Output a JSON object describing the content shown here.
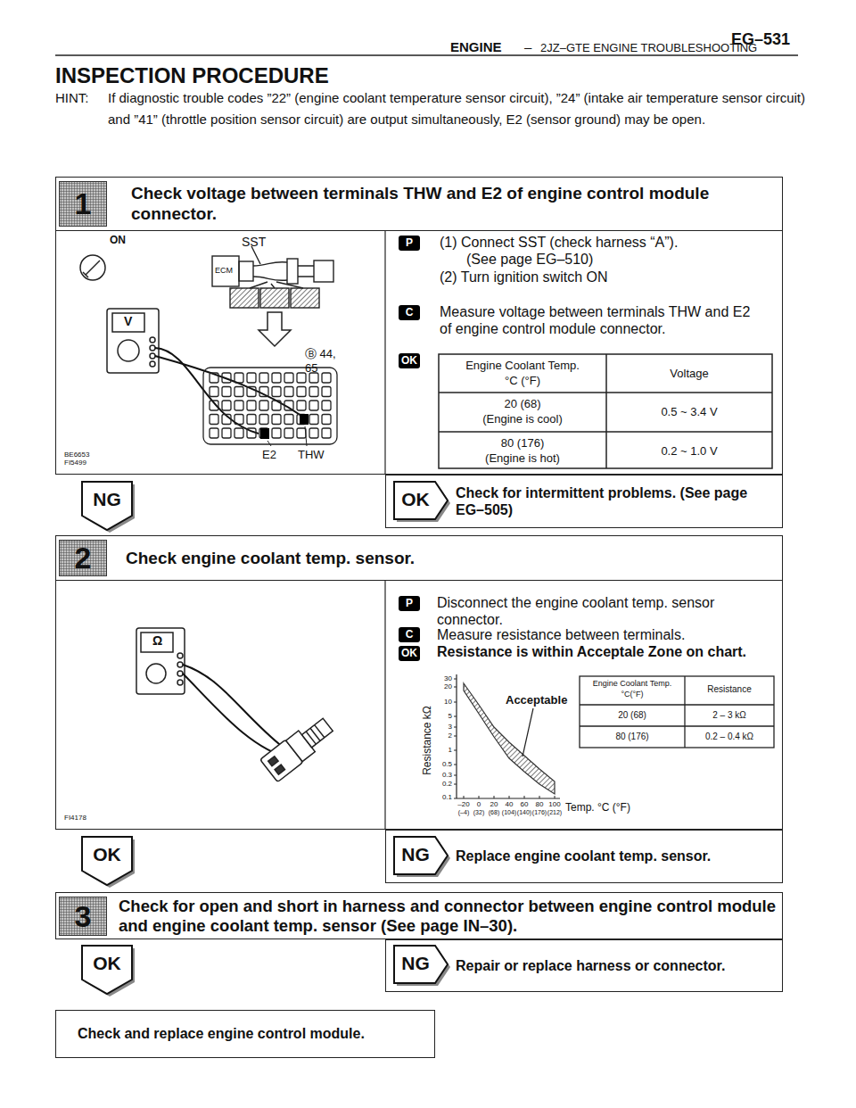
{
  "diagram": {
    "title": "INSPECTION PROCEDURE",
    "nodes": [
      {
        "text": [
          "1",
          "Check voltage between terminals THW and E2 of engine control module connector."
        ]
      },
      {
        "text": [
          "NG"
        ]
      },
      {
        "text": [
          "OK",
          "Check for intermittent problems. (See page EG–505)"
        ]
      },
      {
        "text": [
          "2",
          "Check engine coolant temp. sensor."
        ]
      },
      {
        "text": [
          "OK"
        ]
      },
      {
        "text": [
          "NG",
          "Replace engine coolant temp. sensor."
        ]
      },
      {
        "text": [
          "3",
          "Check for open and short in harness and connector between engine control module and engine coolant temp. sensor (See page IN–30)."
        ]
      },
      {
        "text": [
          "OK"
        ]
      },
      {
        "text": [
          "NG",
          "Repair or replace harness or connector."
        ]
      },
      {
        "text": [
          "Check and replace engine control module."
        ]
      }
    ],
    "labels": [
      "ENGINE",
      "–",
      "2JZ–GTE ENGINE TROUBLESHOOTING",
      "EG–531",
      "HINT:",
      "If diagnostic trouble codes ”22” (engine coolant temperature sensor circuit), ”24” (intake air temperature sensor circuit) and ”41” (throttle position sensor circuit) are output simultaneously, E2 (sensor ground) may be open.",
      "ON",
      "SST",
      "ECM",
      "V",
      "Ⓑ 44, 65",
      "E2",
      "THW",
      "BE6653",
      "FI5499",
      "P",
      "(1) Connect SST (check harness “A”).",
      "(See page EG–510)",
      "(2) Turn ignition switch ON",
      "C",
      "Measure voltage between terminals THW and E2 of engine control module connector.",
      "OK",
      "Engine Coolant Temp.",
      "°C (°F)",
      "Voltage",
      "20 (68)",
      "(Engine is cool)",
      "0.5 ~ 3.4 V",
      "80 (176)",
      "(Engine is hot)",
      "0.2 ~ 1.0 V",
      "P",
      "Disconnect the engine coolant temp. sensor connector.",
      "C",
      "Measure resistance between terminals.",
      "OK",
      "Resistance is within Acceptale Zone on chart.",
      "30",
      "20",
      "10",
      "5",
      "3",
      "2",
      "1",
      "0.5",
      "0.3",
      "0.2",
      "0.1",
      "–20",
      "0",
      "20",
      "40",
      "60",
      "80",
      "100",
      "(–4)",
      "(32)",
      "(68)",
      "(104)",
      "(140)",
      "(176)",
      "(212)",
      "Resistance kΩ",
      "Temp. °C (°F)",
      "Acceptable",
      "Engine Coolant Temp.",
      "°C(°F)",
      "Resistance",
      "20 (68)",
      "2 – 3 kΩ",
      "80 (176)",
      "0.2 – 0.4 kΩ",
      "FI4178",
      "Ω"
    ]
  }
}
